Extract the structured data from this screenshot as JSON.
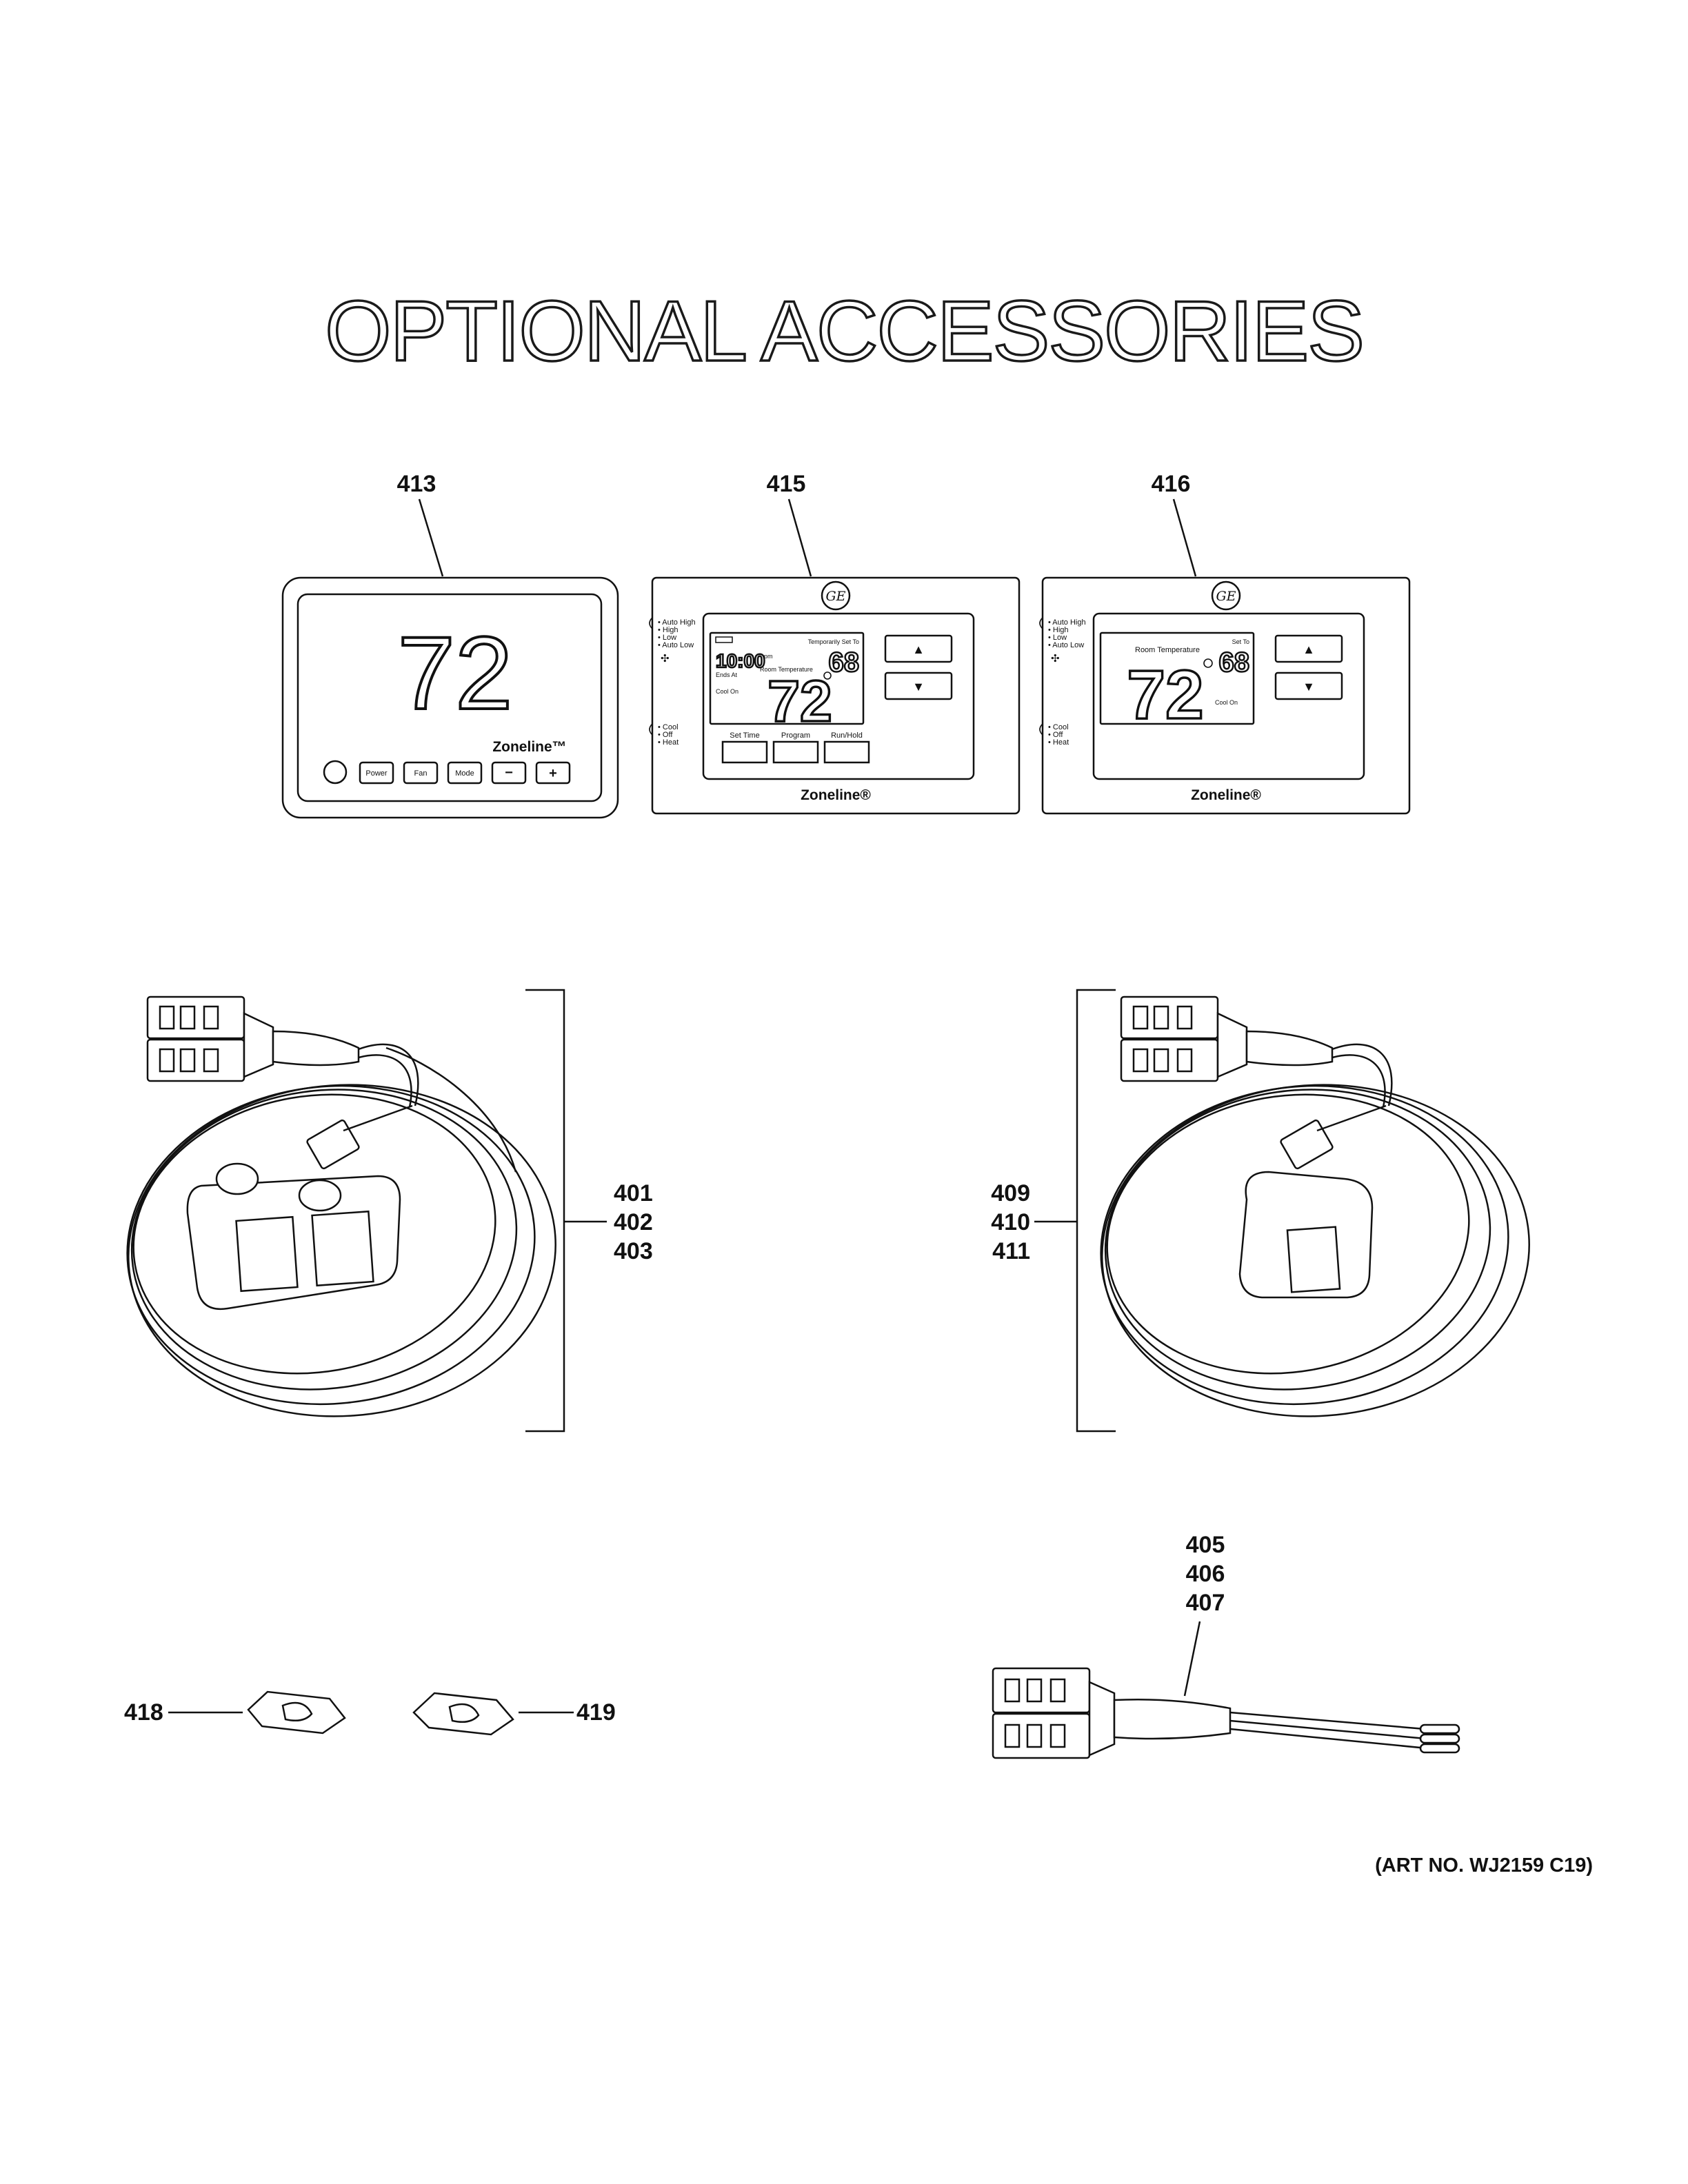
{
  "title": "OPTIONAL ACCESSORIES",
  "art_number": "(ART NO. WJ2159 C19)",
  "callouts": {
    "c413": "413",
    "c415": "415",
    "c416": "416",
    "c401": "401",
    "c402": "402",
    "c403": "403",
    "c409": "409",
    "c410": "410",
    "c411": "411",
    "c405": "405",
    "c406": "406",
    "c407": "407",
    "c418": "418",
    "c419": "419"
  },
  "thermostat_413": {
    "display": "72",
    "brand": "Zoneline™",
    "buttons": [
      "Power",
      "Fan",
      "Mode",
      "−",
      "+"
    ]
  },
  "thermostat_415": {
    "logo": "GE",
    "fan_labels": [
      "• Auto High",
      "• High",
      "• Low",
      "• Auto Low"
    ],
    "mode_labels": [
      "• Cool",
      "• Off",
      "• Heat"
    ],
    "time": "10:00",
    "time_suffix": "pm",
    "ends_at": "Ends At",
    "temp_set_label": "Temporarily Set To",
    "set_temp": "68",
    "room_temp_label": "Room Temperature",
    "room_temp": "72",
    "status": "Cool On",
    "buttons": [
      "Set Time",
      "Program",
      "Run/Hold"
    ],
    "up": "▲",
    "down": "▼",
    "brand": "Zoneline®"
  },
  "thermostat_416": {
    "logo": "GE",
    "fan_labels": [
      "• Auto High",
      "• High",
      "• Low",
      "• Auto Low"
    ],
    "mode_labels": [
      "• Cool",
      "• Off",
      "• Heat"
    ],
    "room_temp_label": "Room Temperature",
    "set_to_label": "Set To",
    "set_temp": "68",
    "room_temp": "72",
    "status": "Cool On",
    "up": "▲",
    "down": "▼",
    "brand": "Zoneline®"
  }
}
